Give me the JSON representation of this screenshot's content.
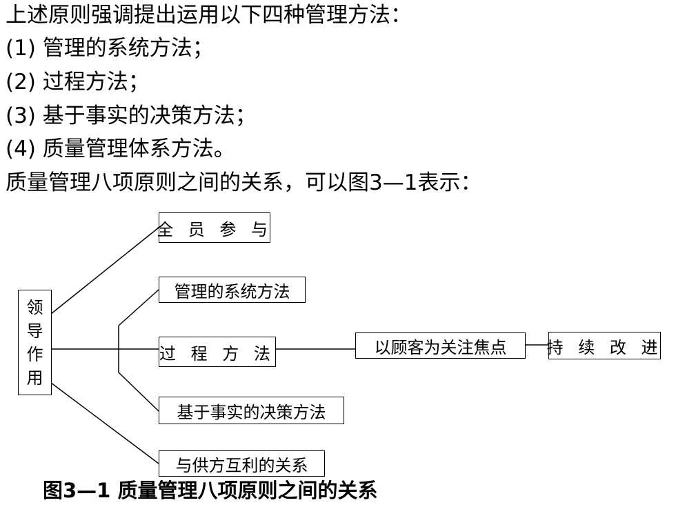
{
  "text": {
    "intro": "上述原则强调提出运用以下四种管理方法：",
    "items": [
      "(1) 管理的系统方法；",
      "(2) 过程方法；",
      "(3) 基于事实的决策方法；",
      "(4) 质量管理体系方法。"
    ],
    "relation_sentence": "质量管理八项原则之间的关系，可以图3—1表示："
  },
  "diagram": {
    "leader_chars": [
      "领",
      "导",
      "作",
      "用"
    ],
    "box_all_staff": "全 员 参 与",
    "box_system": "管理的系统方法",
    "box_process": "过 程 方 法",
    "box_fact": "基于事实的决策方法",
    "box_supplier": "与供方互利的关系",
    "box_customer": "以顾客为关注焦点",
    "box_improve": "持 续 改 进"
  },
  "caption": "图3—1  质量管理八项原则之间的关系"
}
